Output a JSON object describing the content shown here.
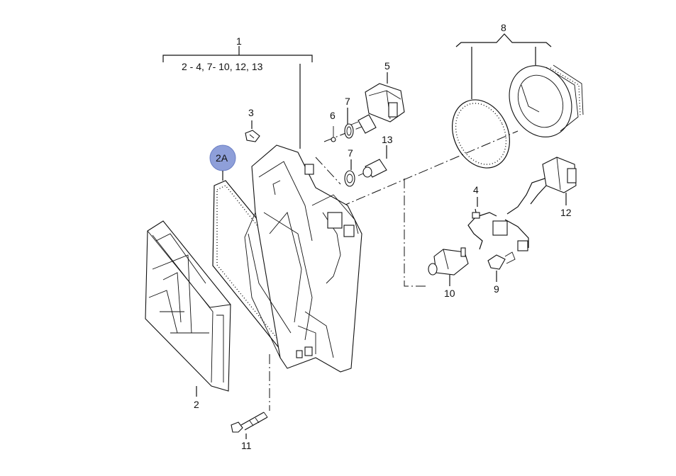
{
  "diagram": {
    "group_1": {
      "number": "1",
      "range": "2 - 4,  7- 10, 12, 13"
    },
    "group_8": {
      "number": "8"
    },
    "highlight": {
      "label": "2A",
      "color": "#8e9fd9"
    },
    "parts": {
      "p2": "2",
      "p3": "3",
      "p4": "4",
      "p5": "5",
      "p6": "6",
      "p7a": "7",
      "p7b": "7",
      "p9": "9",
      "p10": "10",
      "p11": "11",
      "p12": "12",
      "p13": "13"
    }
  }
}
